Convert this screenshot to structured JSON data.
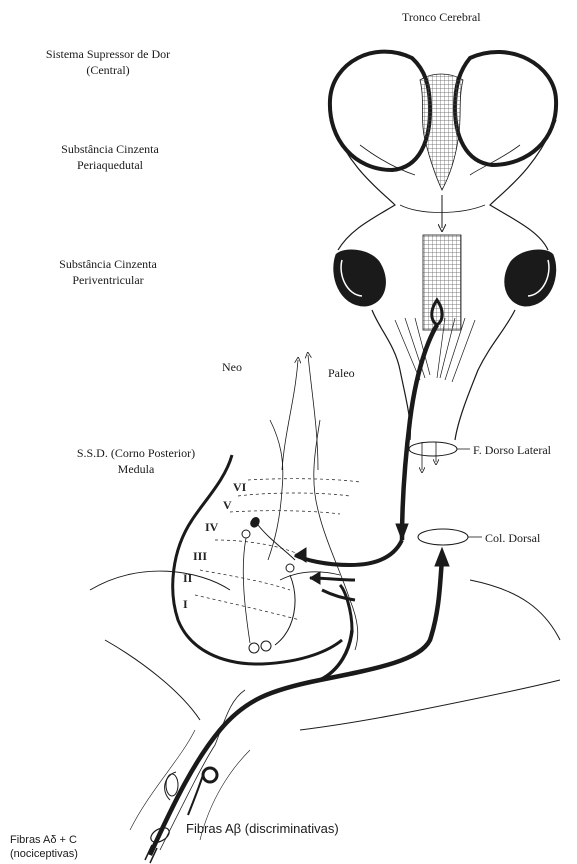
{
  "labels": {
    "tronco_cerebral": "Tronco Cerebral",
    "ssd_central_line1": "Sistema Supressor de Dor",
    "ssd_central_line2": "(Central)",
    "pag_line1": "Substância Cinzenta",
    "pag_line2": "Periaquedutal",
    "pvg_line1": "Substância Cinzenta",
    "pvg_line2": "Periventricular",
    "neo": "Neo",
    "paleo": "Paleo",
    "ssd_corno_line1": "S.S.D. (Corno Posterior)",
    "ssd_corno_line2": "Medula",
    "f_dorso_lateral": "F. Dorso Lateral",
    "col_dorsal": "Col. Dorsal",
    "fibras_adc_line1": "Fibras  Aδ + C",
    "fibras_adc_line2": "(nociceptivas)",
    "fibras_ab": "Fibras  Aβ (discriminativas)"
  },
  "laminae": [
    "VI",
    "V",
    "IV",
    "III",
    "II",
    "I"
  ],
  "colors": {
    "ink": "#1a1a1a",
    "grid": "#555555"
  }
}
